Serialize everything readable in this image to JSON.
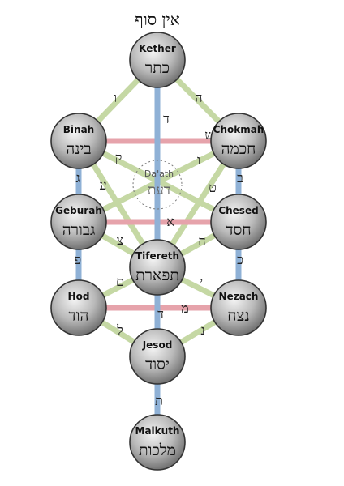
{
  "title": "אין סוף",
  "sefirot": [
    {
      "key": "kether",
      "name": "Kether",
      "hebrew": "כתר"
    },
    {
      "key": "binah",
      "name": "Binah",
      "hebrew": "בינה"
    },
    {
      "key": "chokmah",
      "name": "Chokmah",
      "hebrew": "חכמה"
    },
    {
      "key": "geburah",
      "name": "Geburah",
      "hebrew": "גבורה"
    },
    {
      "key": "chesed",
      "name": "Chesed",
      "hebrew": "חסד"
    },
    {
      "key": "tifereth",
      "name": "Tifereth",
      "hebrew": "תפארת"
    },
    {
      "key": "hod",
      "name": "Hod",
      "hebrew": "הוד"
    },
    {
      "key": "nezach",
      "name": "Nezach",
      "hebrew": "נצח"
    },
    {
      "key": "jesod",
      "name": "Jesod",
      "hebrew": "יסוד"
    },
    {
      "key": "malkuth",
      "name": "Malkuth",
      "hebrew": "מלכות"
    }
  ],
  "daath": {
    "name": "Da'ath",
    "hebrew": "דעת"
  },
  "paths": [
    {
      "from": "kether",
      "to": "binah",
      "letter": "ו",
      "color": "green"
    },
    {
      "from": "kether",
      "to": "chokmah",
      "letter": "ה",
      "color": "green"
    },
    {
      "from": "kether",
      "to": "tifereth",
      "letter": "ד",
      "color": "blue"
    },
    {
      "from": "binah",
      "to": "chokmah",
      "letter": "ש",
      "color": "red"
    },
    {
      "from": "binah",
      "to": "geburah",
      "letter": "ג",
      "color": "blue"
    },
    {
      "from": "binah",
      "to": "tifereth",
      "letter": "ע",
      "color": "green"
    },
    {
      "from": "binah",
      "to": "chesed",
      "letter": "ק",
      "color": "green"
    },
    {
      "from": "chokmah",
      "to": "chesed",
      "letter": "ב",
      "color": "blue"
    },
    {
      "from": "chokmah",
      "to": "tifereth",
      "letter": "ו",
      "color": "green"
    },
    {
      "from": "chokmah",
      "to": "geburah",
      "letter": "ט",
      "color": "green"
    },
    {
      "from": "geburah",
      "to": "chesed",
      "letter": "א",
      "color": "red"
    },
    {
      "from": "geburah",
      "to": "hod",
      "letter": "פ",
      "color": "blue"
    },
    {
      "from": "geburah",
      "to": "tifereth",
      "letter": "צ",
      "color": "green"
    },
    {
      "from": "chesed",
      "to": "nezach",
      "letter": "כ",
      "color": "blue"
    },
    {
      "from": "chesed",
      "to": "tifereth",
      "letter": "ח",
      "color": "green"
    },
    {
      "from": "tifereth",
      "to": "hod",
      "letter": "ם",
      "color": "green"
    },
    {
      "from": "tifereth",
      "to": "nezach",
      "letter": "י",
      "color": "green"
    },
    {
      "from": "tifereth",
      "to": "jesod",
      "letter": "ד",
      "color": "blue"
    },
    {
      "from": "hod",
      "to": "nezach",
      "letter": "מ",
      "color": "red"
    },
    {
      "from": "hod",
      "to": "jesod",
      "letter": "ל",
      "color": "green"
    },
    {
      "from": "nezach",
      "to": "jesod",
      "letter": "נ",
      "color": "green"
    },
    {
      "from": "jesod",
      "to": "malkuth",
      "letter": "ת",
      "color": "blue"
    }
  ],
  "colors": {
    "path_green": "#c5d8a4",
    "path_red": "#e6a3ab",
    "path_blue": "#8fb1d6",
    "sphere_light": "#f4f4f4",
    "sphere_dark": "#6b6b6b"
  }
}
